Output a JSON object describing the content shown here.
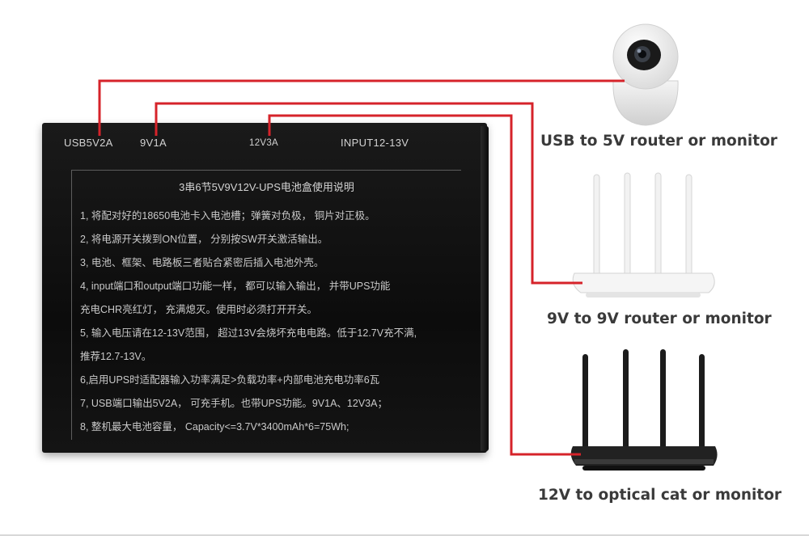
{
  "ports": {
    "usb": "USB5V2A",
    "v9": "9V1A",
    "v12": "12V3A",
    "input": "INPUT12-13V"
  },
  "panel": {
    "title": "3串6节5V9V12V-UPS电池盒使用说明",
    "lines": [
      "1, 将配对好的18650电池卡入电池槽；弹簧对负极， 铜片对正极。",
      "2, 将电源开关拨到ON位置， 分别按SW开关激活输出。",
      "3, 电池、框架、电路板三者贴合紧密后插入电池外壳。",
      "4, input端口和output端口功能一样， 都可以输入输出， 并带UPS功能",
      "充电CHR亮红灯， 充满熄灭。使用时必须打开开关。",
      "5, 输入电压请在12-13V范围， 超过13V会烧坏充电电路。低于12.7V充不满,",
      "推荐12.7-13V。",
      "6,启用UPS时适配器输入功率满足>负载功率+内部电池充电功率6瓦",
      "7, USB端口输出5V2A， 可充手机。也带UPS功能。9V1A、12V3A；",
      "8, 整机最大电池容量， Capacity<=3.7V*3400mAh*6=75Wh;"
    ]
  },
  "devices": {
    "camera_label": "USB to 5V router or monitor",
    "router_label": "9V to 9V router or monitor",
    "cat_label": "12V to optical cat or monitor"
  },
  "colors": {
    "wire": "#d6232a",
    "box": "#111111",
    "label_text": "#3a3a3a"
  }
}
